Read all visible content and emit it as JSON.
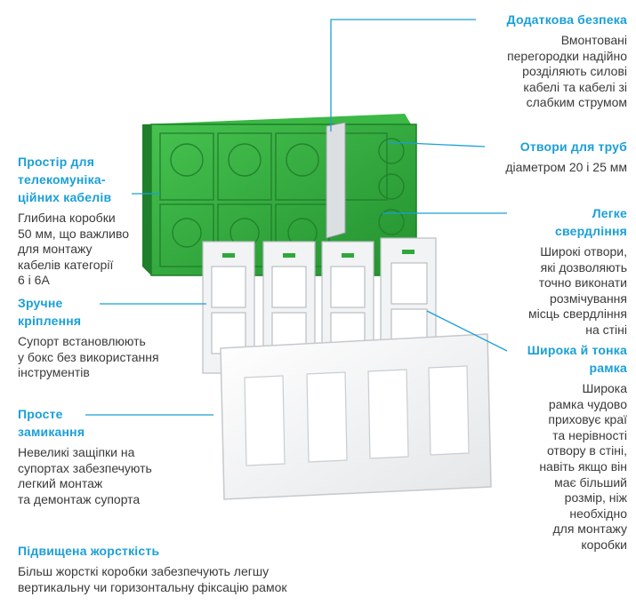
{
  "features": {
    "additional_safety": {
      "title": "Додаткова безпека",
      "desc": "Вмонтовані\nперегородки надійно\nрозділяють силові\nкабелі та кабелі зі\nслабким струмом"
    },
    "pipe_holes": {
      "title": "Отвори для труб",
      "desc": "діаметром 20 і 25 мм"
    },
    "easy_drilling": {
      "title": "Легке\nсвердління",
      "desc": "Широкі отвори,\nякі дозволяють\nточно виконати\nрозмічування\nмісць свердління\nна стіні"
    },
    "wide_thin_frame": {
      "title": "Широка й тонка\nрамка",
      "desc": "Широка\nрамка чудово\nприховує краї\nта нерівності\nотвору в стіні,\nнавіть якщо він\nмає більший\nрозмір, ніж\nнеобхідно\nдля монтажу\nкоробки"
    },
    "telecom_space": {
      "title": "Простір для\nтелекомуніка-\nційних кабелів",
      "desc": "Глибина коробки\n50 мм, що важливо\nдля монтажу\nкабелів категорії\n6 і 6А"
    },
    "convenient_mount": {
      "title": "Зручне\nкріплення",
      "desc": "Супорт встановлюють\nу бокс без використання\nінструментів"
    },
    "simple_lock": {
      "title": "Просте\nзамикання",
      "desc": "Невеликі защіпки на\nсупортах забезпечують\nлегкий монтаж\nта демонтаж супорта"
    },
    "increased_rigidity": {
      "title": "Підвищена жорсткість",
      "desc": "Більш жорсткі коробки забезпечують легшу\nвертикальну чи горизонтальну фіксацію рамок"
    }
  },
  "colors": {
    "accent": "#1a9fd8",
    "text": "#3a3a3a",
    "box_green": "#2ea83a",
    "box_green_dark": "#1f7f2a",
    "frame_white": "#f4f5f6"
  }
}
